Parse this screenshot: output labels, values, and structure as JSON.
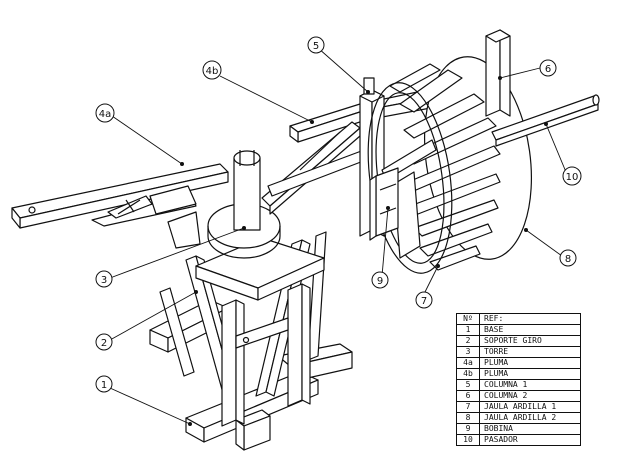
{
  "callouts": [
    {
      "id": "1",
      "label": "1"
    },
    {
      "id": "2",
      "label": "2"
    },
    {
      "id": "3",
      "label": "3"
    },
    {
      "id": "4a",
      "label": "4a"
    },
    {
      "id": "4b",
      "label": "4b"
    },
    {
      "id": "5",
      "label": "5"
    },
    {
      "id": "6",
      "label": "6"
    },
    {
      "id": "7",
      "label": "7"
    },
    {
      "id": "8",
      "label": "8"
    },
    {
      "id": "9",
      "label": "9"
    },
    {
      "id": "10",
      "label": "10"
    }
  ],
  "table": {
    "headers": [
      "Nº",
      "REF:"
    ],
    "rows": [
      {
        "num": "1",
        "ref": "BASE"
      },
      {
        "num": "2",
        "ref": "SOPORTE GIRO"
      },
      {
        "num": "3",
        "ref": "TORRE"
      },
      {
        "num": "4a",
        "ref": "PLUMA"
      },
      {
        "num": "4b",
        "ref": "PLUMA"
      },
      {
        "num": "5",
        "ref": "COLUMNA 1"
      },
      {
        "num": "6",
        "ref": "COLUMNA 2"
      },
      {
        "num": "7",
        "ref": "JAULA ARDILLA 1"
      },
      {
        "num": "8",
        "ref": "JAULA ARDILLA 2"
      },
      {
        "num": "9",
        "ref": "BOBINA"
      },
      {
        "num": "10",
        "ref": "PASADOR"
      }
    ]
  }
}
